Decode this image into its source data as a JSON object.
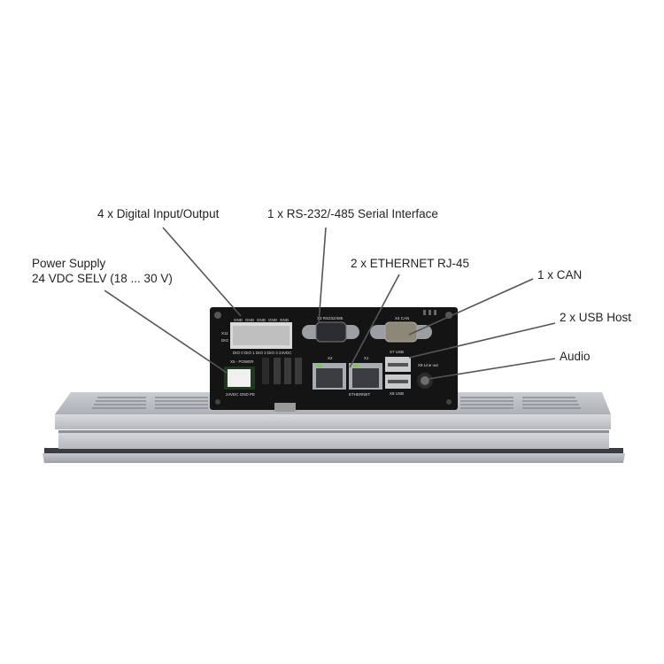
{
  "callouts": {
    "dio": "4 x Digital Input/Output",
    "serial": "1 x RS-232/-485 Serial Interface",
    "power_line1": "Power Supply",
    "power_line2": "24 VDC SELV (18 ... 30 V)",
    "ethernet": "2 x ETHERNET RJ-45",
    "can": "1 x CAN",
    "usb": "2 x USB Host",
    "audio": "Audio"
  },
  "device_labels": {
    "gnd": "GND",
    "x11": "X11",
    "dio": "DIO",
    "dio0": "DIO 0",
    "dio1": "DIO 1",
    "dio2": "DIO 2",
    "dio3": "DIO 3",
    "vdc": "24VDC",
    "x3": "X3 RS232/485",
    "x4": "X4 CAN",
    "x5": "X5 - POWER",
    "power_pins": "24VDC GND PE",
    "x2": "X2",
    "x1": "X1",
    "ethernet": "ETHERNET",
    "x7": "X7 USB",
    "x8": "X8 USB",
    "x9": "X9 Line out"
  }
}
